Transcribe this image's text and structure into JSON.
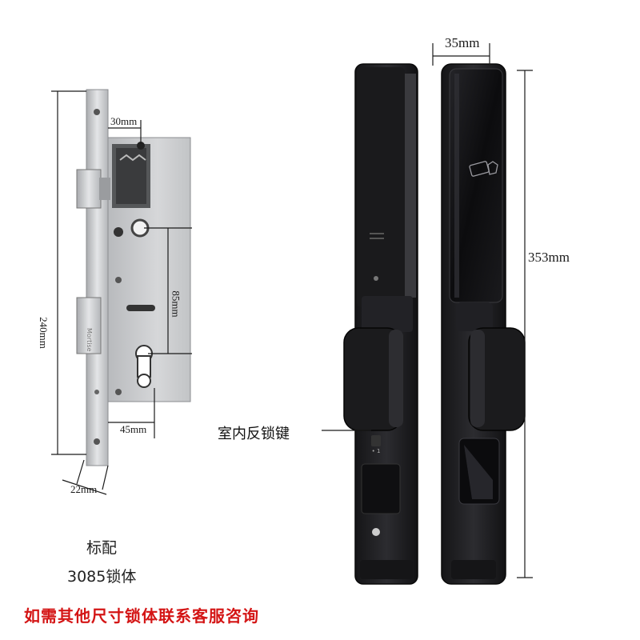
{
  "mortise": {
    "dim_height": "240mm",
    "dim_top_offset": "30mm",
    "dim_spindle_cylinder": "85mm",
    "dim_backset": "45mm",
    "dim_faceplate": "22mm"
  },
  "handle": {
    "dim_width": "35mm",
    "dim_height": "353mm",
    "callout_label": "室内反锁键"
  },
  "caption": {
    "line1": "标配",
    "line2": "3085锁体"
  },
  "note": "如需其他尺寸锁体联系客服咨询",
  "colors": {
    "handle_body": "#1e1e20",
    "steel": "#c9cacc",
    "note_red": "#d41515"
  }
}
